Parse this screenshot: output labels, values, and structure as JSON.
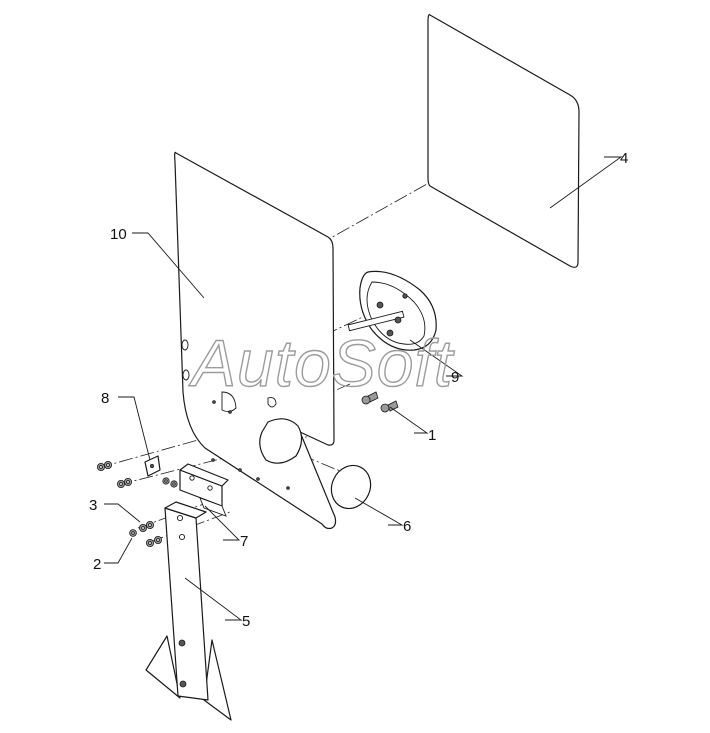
{
  "watermark": "AutoSoft",
  "callouts": {
    "c1": "1",
    "c2": "2",
    "c3": "3",
    "c4": "4",
    "c5": "5",
    "c6": "6",
    "c7": "7",
    "c8": "8",
    "c9": "9",
    "c10": "10"
  },
  "colors": {
    "line": "#1a1a1a",
    "watermark": "#9c9c9c",
    "background": "#ffffff"
  }
}
